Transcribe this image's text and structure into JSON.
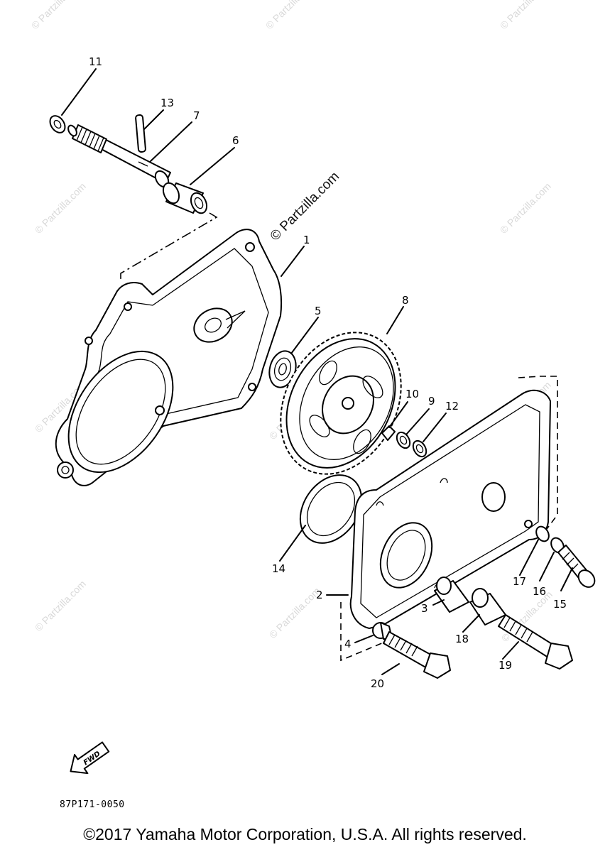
{
  "watermark": {
    "main": "© Partzilla.com",
    "tile": "© Partzilla.com"
  },
  "fwd_label": "FWD",
  "diagram_code": "87P171-0050",
  "copyright": "©2017  Yamaha Motor Corporation, U.S.A. All rights reserved.",
  "callouts": [
    "1",
    "2",
    "3",
    "4",
    "5",
    "6",
    "7",
    "8",
    "9",
    "10",
    "11",
    "12",
    "13",
    "14",
    "15",
    "16",
    "17",
    "18",
    "19",
    "20"
  ]
}
